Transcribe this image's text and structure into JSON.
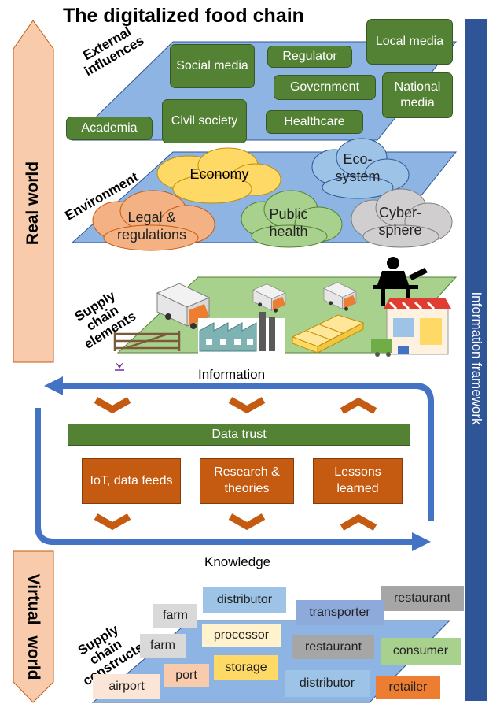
{
  "title": "The digitalized food chain",
  "side": {
    "real_world": "Real world",
    "virtual_world": "Virtual world",
    "info_framework": "Information framework"
  },
  "layers": {
    "external_influences": {
      "label": "External influences",
      "items": [
        "Social media",
        "Regulator",
        "Local media",
        "Government",
        "National media",
        "Academia",
        "Civil society",
        "Healthcare"
      ]
    },
    "environment": {
      "label": "Environment",
      "items": [
        "Economy",
        "Eco-system",
        "Legal & regulations",
        "Public health",
        "Cyber-sphere"
      ]
    },
    "supply_chain_elements": {
      "label": "Supply chain elements",
      "icons": [
        "truck-icon",
        "truck-icon",
        "truck-icon",
        "fence-icon",
        "factory-icon",
        "cheese-icon",
        "butcher-icon",
        "shop-icon"
      ]
    }
  },
  "flow": {
    "information": "Information",
    "knowledge": "Knowledge",
    "data_trust": "Data trust",
    "boxes": [
      "IoT, data feeds",
      "Research & theories",
      "Lessons learned"
    ]
  },
  "constructs": {
    "label": "Supply chain constructs",
    "items": [
      "distributor",
      "restaurant",
      "farm",
      "transporter",
      "farm",
      "processor",
      "restaurant",
      "consumer",
      "storage",
      "port",
      "airport",
      "distributor",
      "retailer"
    ]
  },
  "colors": {
    "green": "#548235",
    "orange": "#c55a11",
    "blue_bar": "#2f5597",
    "plane_blue": "#8eb4e3",
    "plane_green": "#a9d18e",
    "peach_arrow": "#f8cbad",
    "cloud_yellow": "#ffd966",
    "cloud_blue": "#9dc3e6",
    "cloud_orange": "#f4b183",
    "cloud_green": "#a9d18e",
    "cloud_grey": "#d0cece"
  }
}
